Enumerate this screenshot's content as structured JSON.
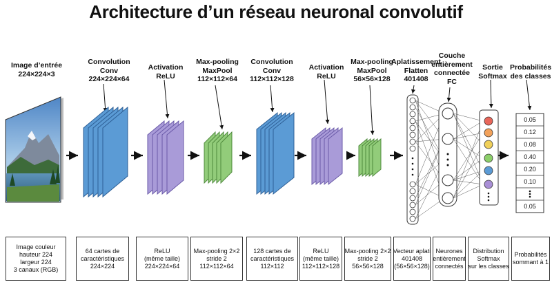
{
  "title": "Architecture d’un réseau neuronal convolutif",
  "stages": [
    {
      "lines": [
        "Image d’entrée",
        "224×224×3"
      ]
    },
    {
      "lines": [
        "Convolution",
        "Conv",
        "224×224×64"
      ]
    },
    {
      "lines": [
        "Activation",
        "ReLU"
      ]
    },
    {
      "lines": [
        "Max-pooling",
        "MaxPool",
        "112×112×64"
      ]
    },
    {
      "lines": [
        "Convolution",
        "Conv",
        "112×112×128"
      ]
    },
    {
      "lines": [
        "Activation",
        "ReLU"
      ]
    },
    {
      "lines": [
        "Max-pooling",
        "MaxPool",
        "56×56×128"
      ]
    },
    {
      "lines": [
        "Aplatissement",
        "Flatten",
        "401408"
      ]
    },
    {
      "lines": [
        "Couche",
        "entièrement",
        "connectée",
        "FC"
      ]
    },
    {
      "lines": [
        "Sortie",
        "Softmax"
      ]
    },
    {
      "lines": [
        "Probabilités",
        "des classes"
      ]
    }
  ],
  "captions": [
    {
      "lines": [
        "Image couleur",
        "hauteur 224",
        "largeur 224",
        "3 canaux (RGB)"
      ]
    },
    {
      "lines": [
        "64 cartes de",
        "caractéristiques",
        "224×224"
      ]
    },
    {
      "lines": [
        "ReLU",
        "(même taille)",
        "224×224×64"
      ]
    },
    {
      "lines": [
        "Max-pooling 2×2",
        "stride 2",
        "112×112×64"
      ]
    },
    {
      "lines": [
        "128 cartes de",
        "caractéristiques",
        "112×112"
      ]
    },
    {
      "lines": [
        "ReLU",
        "(même taille)",
        "112×112×128"
      ]
    },
    {
      "lines": [
        "Max-pooling 2×2",
        "stride 2",
        "56×56×128"
      ]
    },
    {
      "lines": [
        "Vecteur aplati",
        "401408",
        "(56×56×128)"
      ]
    },
    {
      "lines": [
        "Neurones",
        "entièrement",
        "connectés"
      ]
    },
    {
      "lines": [
        "Distribution",
        "Softmax",
        "sur les classes"
      ]
    },
    {
      "lines": [
        "Probabilités",
        "sommant à 1"
      ]
    }
  ],
  "probabilities": [
    "0.05",
    "0.12",
    "0.08",
    "0.40",
    "0.20",
    "0.10",
    "0.05"
  ],
  "colors": {
    "conv": "#5b9bd5",
    "relu": "#a99bd8",
    "pool": "#92cc7a",
    "softmax_nodes": [
      "#e8665a",
      "#f2a15a",
      "#f0d05a",
      "#8ccf6a",
      "#5b9bd5",
      "#8aa8e0",
      "#a98fd6"
    ]
  },
  "icons": {
    "input_image": "mountain-lake-photo-icon",
    "arrow": "arrow-right-icon"
  }
}
